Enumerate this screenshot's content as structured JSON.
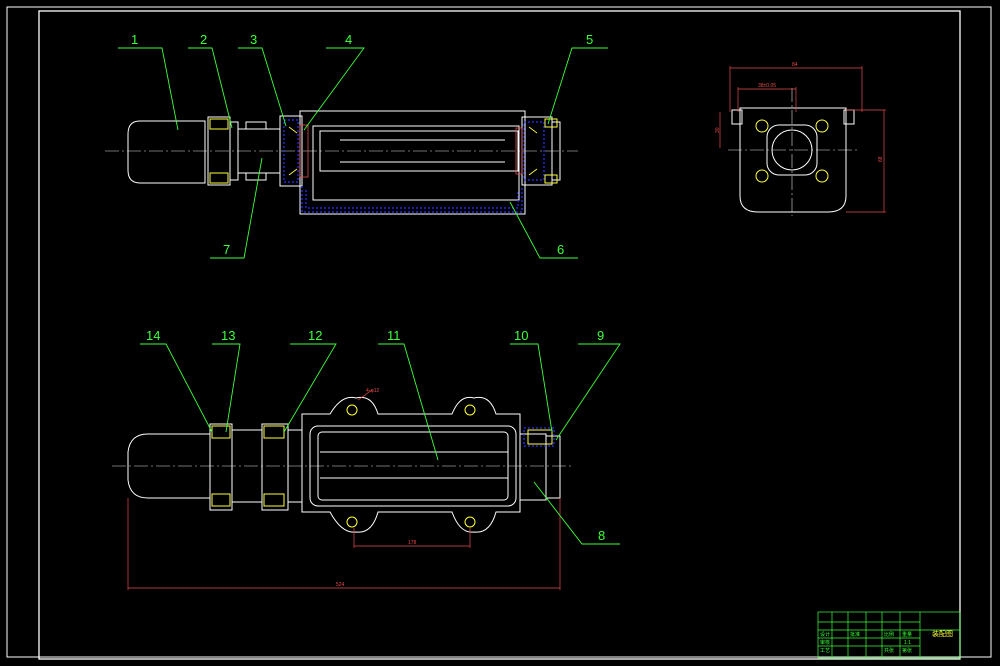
{
  "drawing": {
    "callouts": {
      "c1": "1",
      "c2": "2",
      "c3": "3",
      "c4": "4",
      "c5": "5",
      "c6": "6",
      "c7": "7",
      "c8": "8",
      "c9": "9",
      "c10": "10",
      "c11": "11",
      "c12": "12",
      "c13": "13",
      "c14": "14"
    },
    "dimensions": {
      "side_width": "84",
      "side_inner": "38±0.05",
      "side_left": "30",
      "side_height": "68",
      "hole_label": "4-φ12",
      "bottom_inner": "178",
      "bottom_total": "524"
    },
    "title_block": {
      "title": "装配图",
      "cells": [
        "设计",
        "审核",
        "工艺",
        "批准",
        "比例",
        "共张",
        "第张",
        "重量",
        "1:1"
      ]
    }
  },
  "colors": {
    "outline": "#ffffff",
    "callout": "#3cff3c",
    "dimension": "#e84a4a",
    "bolt": "#ffff3c",
    "hatch": "#2a34ff",
    "centerline": "#dddddd"
  }
}
